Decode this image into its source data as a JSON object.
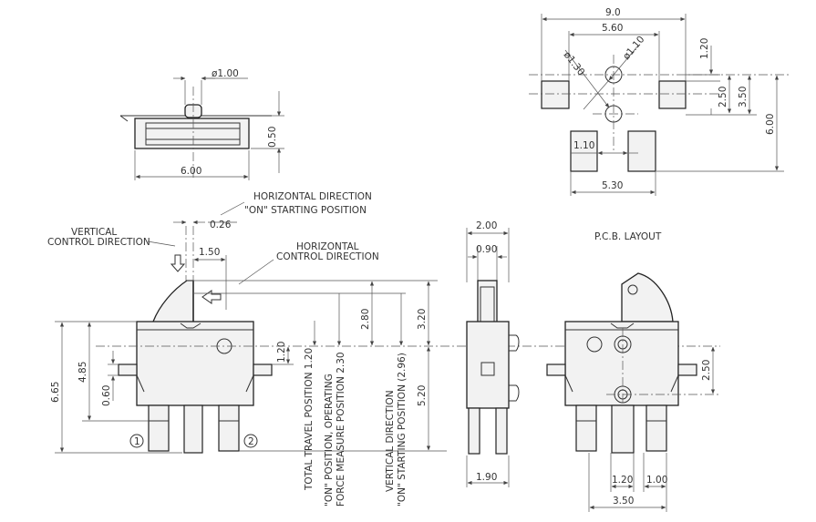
{
  "labels": {
    "horizontal_direction": "HORIZONTAL DIRECTION",
    "on_starting_position": "\"ON\" STARTING POSITION",
    "vertical_control_direction_1": "VERTICAL",
    "vertical_control_direction_2": "CONTROL DIRECTION",
    "horizontal_control_1": "HORIZONTAL",
    "horizontal_control_2": "CONTROL DIRECTION",
    "pcb_layout": "P.C.B. LAYOUT",
    "total_travel": "TOTAL TRAVEL POSITION 1.20",
    "on_position_1": "\"ON\" POSITION, OPERATING",
    "on_position_2": "FORCE MEASURE POSITION 2.30",
    "vertical_on_1": "VERTICAL DIRECTION",
    "vertical_on_2": "\"ON\" STARTING POSITION (2.96)",
    "terminal_1": "1",
    "terminal_2": "2"
  },
  "dims": {
    "top_dia": "ø1.00",
    "top_height": "0.50",
    "top_width": "6.00",
    "pcb_9": "9.0",
    "pcb_560": "5.60",
    "pcb_d130": "ø1.30",
    "pcb_d110": "ø1.10",
    "pcb_120": "1.20",
    "pcb_250": "2.50",
    "pcb_350": "3.50",
    "pcb_600": "6.00",
    "pcb_110": "1.10",
    "pcb_530": "5.30",
    "front_026": "0.26",
    "front_150": "1.50",
    "front_280": "2.80",
    "front_320": "3.20",
    "front_665": "6.65",
    "front_485": "4.85",
    "front_060": "0.60",
    "front_120": "1.20",
    "front_520": "5.20",
    "side_200": "2.00",
    "side_090": "0.90",
    "side_190": "1.90",
    "back_250": "2.50",
    "back_120": "1.20",
    "back_100": "1.00",
    "back_350": "3.50"
  }
}
